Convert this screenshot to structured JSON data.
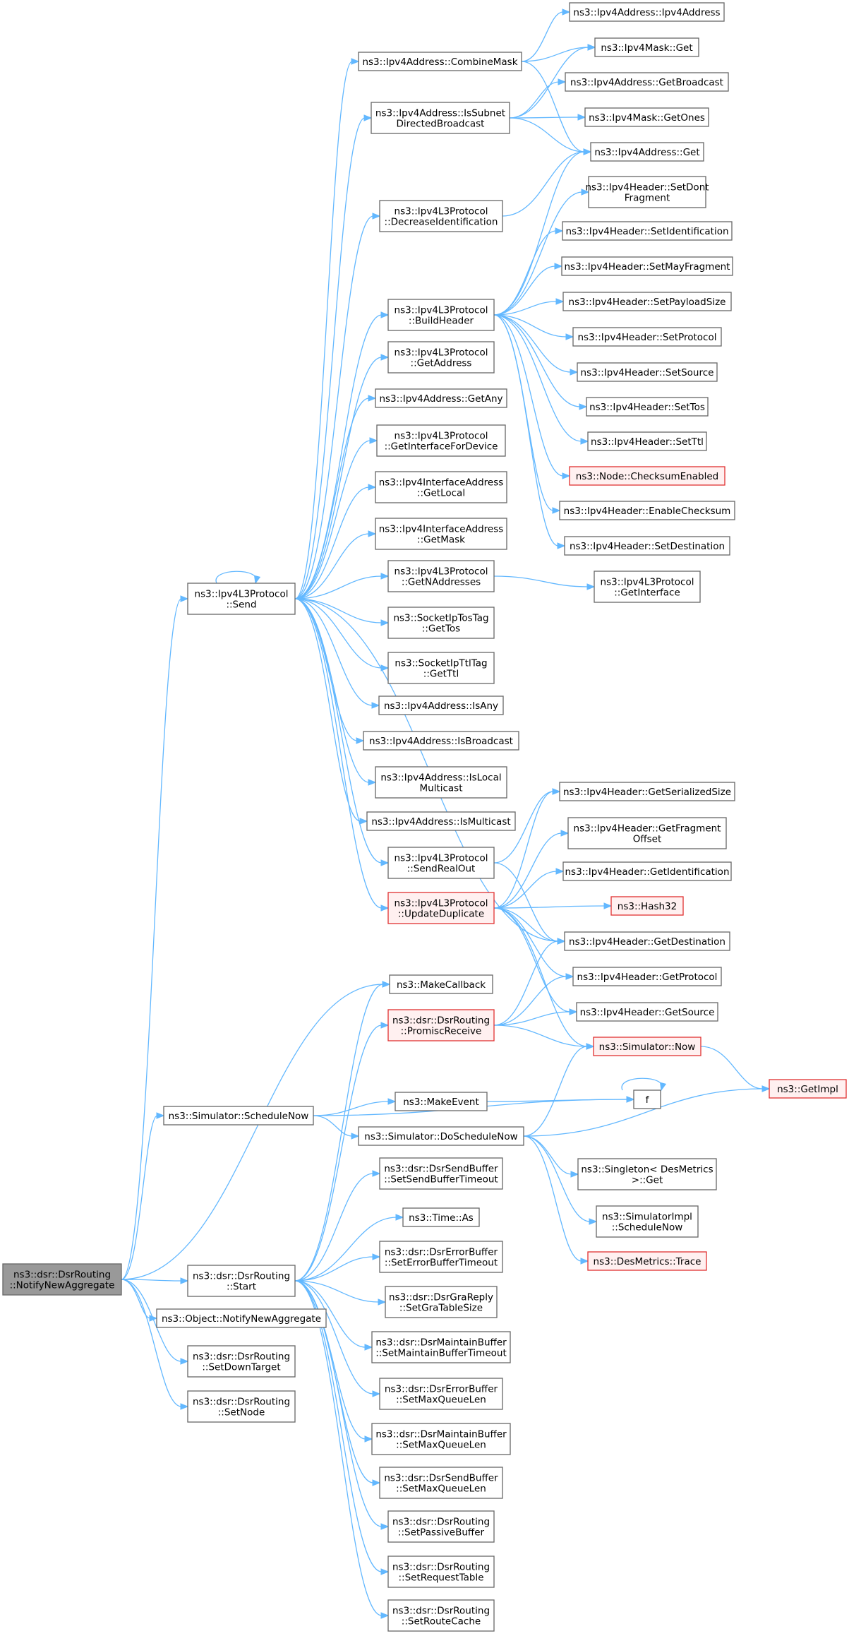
{
  "colors": {
    "edge": "#63b8ff",
    "node_border": "#666666",
    "red_border": "#e03131",
    "red_fill": "#fff0f0",
    "root_fill": "#999999"
  },
  "nodes": {
    "notify": {
      "lines": [
        "ns3::dsr::DsrRouting",
        "::NotifyNewAggregate"
      ],
      "style": "root"
    },
    "send": {
      "lines": [
        "ns3::Ipv4L3Protocol",
        "::Send"
      ],
      "style": "normal"
    },
    "combinemask": {
      "lines": [
        "ns3::Ipv4Address::CombineMask"
      ],
      "style": "normal"
    },
    "isSubnet": {
      "lines": [
        "ns3::Ipv4Address::IsSubnet",
        "DirectedBroadcast"
      ],
      "style": "normal"
    },
    "decreaseId": {
      "lines": [
        "ns3::Ipv4L3Protocol",
        "::DecreaseIdentification"
      ],
      "style": "normal"
    },
    "buildHeader": {
      "lines": [
        "ns3::Ipv4L3Protocol",
        "::BuildHeader"
      ],
      "style": "normal"
    },
    "getAddress": {
      "lines": [
        "ns3::Ipv4L3Protocol",
        "::GetAddress"
      ],
      "style": "normal"
    },
    "getAny": {
      "lines": [
        "ns3::Ipv4Address::GetAny"
      ],
      "style": "normal"
    },
    "getIfForDevice": {
      "lines": [
        "ns3::Ipv4L3Protocol",
        "::GetInterfaceForDevice"
      ],
      "style": "normal"
    },
    "getLocal": {
      "lines": [
        "ns3::Ipv4InterfaceAddress",
        "::GetLocal"
      ],
      "style": "normal"
    },
    "getMask": {
      "lines": [
        "ns3::Ipv4InterfaceAddress",
        "::GetMask"
      ],
      "style": "normal"
    },
    "getNAddr": {
      "lines": [
        "ns3::Ipv4L3Protocol",
        "::GetNAddresses"
      ],
      "style": "normal"
    },
    "getTos": {
      "lines": [
        "ns3::SocketIpTosTag",
        "::GetTos"
      ],
      "style": "normal"
    },
    "getTtl": {
      "lines": [
        "ns3::SocketIpTtlTag",
        "::GetTtl"
      ],
      "style": "normal"
    },
    "isAny": {
      "lines": [
        "ns3::Ipv4Address::IsAny"
      ],
      "style": "normal"
    },
    "isBroadcast": {
      "lines": [
        "ns3::Ipv4Address::IsBroadcast"
      ],
      "style": "normal"
    },
    "isLocalMc": {
      "lines": [
        "ns3::Ipv4Address::IsLocal",
        "Multicast"
      ],
      "style": "normal"
    },
    "isMulticast": {
      "lines": [
        "ns3::Ipv4Address::IsMulticast"
      ],
      "style": "normal"
    },
    "sendRealOut": {
      "lines": [
        "ns3::Ipv4L3Protocol",
        "::SendRealOut"
      ],
      "style": "normal"
    },
    "updateDup": {
      "lines": [
        "ns3::Ipv4L3Protocol",
        "::UpdateDuplicate"
      ],
      "style": "red"
    },
    "makeCallback": {
      "lines": [
        "ns3::MakeCallback"
      ],
      "style": "normal"
    },
    "promisc": {
      "lines": [
        "ns3::dsr::DsrRouting",
        "::PromiscReceive"
      ],
      "style": "red"
    },
    "scheduleNow": {
      "lines": [
        "ns3::Simulator::ScheduleNow"
      ],
      "style": "normal"
    },
    "makeEvent": {
      "lines": [
        "ns3::MakeEvent"
      ],
      "style": "normal"
    },
    "doScheduleNow": {
      "lines": [
        "ns3::Simulator::DoScheduleNow"
      ],
      "style": "normal"
    },
    "start": {
      "lines": [
        "ns3::dsr::DsrRouting",
        "::Start"
      ],
      "style": "normal"
    },
    "objNotify": {
      "lines": [
        "ns3::Object::NotifyNewAggregate"
      ],
      "style": "normal"
    },
    "setDownTarget": {
      "lines": [
        "ns3::dsr::DsrRouting",
        "::SetDownTarget"
      ],
      "style": "normal"
    },
    "setNode": {
      "lines": [
        "ns3::dsr::DsrRouting",
        "::SetNode"
      ],
      "style": "normal"
    },
    "ipv4AddrCtor": {
      "lines": [
        "ns3::Ipv4Address::Ipv4Address"
      ],
      "style": "normal"
    },
    "maskGet": {
      "lines": [
        "ns3::Ipv4Mask::Get"
      ],
      "style": "normal"
    },
    "getBroadcast": {
      "lines": [
        "ns3::Ipv4Address::GetBroadcast"
      ],
      "style": "normal"
    },
    "getOnes": {
      "lines": [
        "ns3::Ipv4Mask::GetOnes"
      ],
      "style": "normal"
    },
    "addrGet": {
      "lines": [
        "ns3::Ipv4Address::Get"
      ],
      "style": "normal"
    },
    "setDontFrag": {
      "lines": [
        "ns3::Ipv4Header::SetDont",
        "Fragment"
      ],
      "style": "normal"
    },
    "setIdent": {
      "lines": [
        "ns3::Ipv4Header::SetIdentification"
      ],
      "style": "normal"
    },
    "setMayFrag": {
      "lines": [
        "ns3::Ipv4Header::SetMayFragment"
      ],
      "style": "normal"
    },
    "setPayload": {
      "lines": [
        "ns3::Ipv4Header::SetPayloadSize"
      ],
      "style": "normal"
    },
    "setProtocol": {
      "lines": [
        "ns3::Ipv4Header::SetProtocol"
      ],
      "style": "normal"
    },
    "setSource": {
      "lines": [
        "ns3::Ipv4Header::SetSource"
      ],
      "style": "normal"
    },
    "setTos": {
      "lines": [
        "ns3::Ipv4Header::SetTos"
      ],
      "style": "normal"
    },
    "setTtl": {
      "lines": [
        "ns3::Ipv4Header::SetTtl"
      ],
      "style": "normal"
    },
    "checksumEn": {
      "lines": [
        "ns3::Node::ChecksumEnabled"
      ],
      "style": "red"
    },
    "enableChecksum": {
      "lines": [
        "ns3::Ipv4Header::EnableChecksum"
      ],
      "style": "normal"
    },
    "setDest": {
      "lines": [
        "ns3::Ipv4Header::SetDestination"
      ],
      "style": "normal"
    },
    "getInterface": {
      "lines": [
        "ns3::Ipv4L3Protocol",
        "::GetInterface"
      ],
      "style": "normal"
    },
    "getSerSize": {
      "lines": [
        "ns3::Ipv4Header::GetSerializedSize"
      ],
      "style": "normal"
    },
    "getFragOff": {
      "lines": [
        "ns3::Ipv4Header::GetFragment",
        "Offset"
      ],
      "style": "normal"
    },
    "getIdent": {
      "lines": [
        "ns3::Ipv4Header::GetIdentification"
      ],
      "style": "normal"
    },
    "hash32": {
      "lines": [
        "ns3::Hash32"
      ],
      "style": "red"
    },
    "getDest": {
      "lines": [
        "ns3::Ipv4Header::GetDestination"
      ],
      "style": "normal"
    },
    "getProtocol": {
      "lines": [
        "ns3::Ipv4Header::GetProtocol"
      ],
      "style": "normal"
    },
    "getSource": {
      "lines": [
        "ns3::Ipv4Header::GetSource"
      ],
      "style": "normal"
    },
    "simNow": {
      "lines": [
        "ns3::Simulator::Now"
      ],
      "style": "red"
    },
    "f": {
      "lines": [
        "f"
      ],
      "style": "normal"
    },
    "getImpl": {
      "lines": [
        "ns3::GetImpl"
      ],
      "style": "red"
    },
    "singletonGet": {
      "lines": [
        "ns3::Singleton< DesMetrics",
        ">::Get"
      ],
      "style": "normal"
    },
    "simImplSched": {
      "lines": [
        "ns3::SimulatorImpl",
        "::ScheduleNow"
      ],
      "style": "normal"
    },
    "desTrace": {
      "lines": [
        "ns3::DesMetrics::Trace"
      ],
      "style": "red"
    },
    "setSendBufTo": {
      "lines": [
        "ns3::dsr::DsrSendBuffer",
        "::SetSendBufferTimeout"
      ],
      "style": "normal"
    },
    "timeAs": {
      "lines": [
        "ns3::Time::As"
      ],
      "style": "normal"
    },
    "setErrBufTo": {
      "lines": [
        "ns3::dsr::DsrErrorBuffer",
        "::SetErrorBufferTimeout"
      ],
      "style": "normal"
    },
    "setGraTable": {
      "lines": [
        "ns3::dsr::DsrGraReply",
        "::SetGraTableSize"
      ],
      "style": "normal"
    },
    "setMaintTo": {
      "lines": [
        "ns3::dsr::DsrMaintainBuffer",
        "::SetMaintainBufferTimeout"
      ],
      "style": "normal"
    },
    "errMaxQ": {
      "lines": [
        "ns3::dsr::DsrErrorBuffer",
        "::SetMaxQueueLen"
      ],
      "style": "normal"
    },
    "maintMaxQ": {
      "lines": [
        "ns3::dsr::DsrMaintainBuffer",
        "::SetMaxQueueLen"
      ],
      "style": "normal"
    },
    "sendMaxQ": {
      "lines": [
        "ns3::dsr::DsrSendBuffer",
        "::SetMaxQueueLen"
      ],
      "style": "normal"
    },
    "setPassive": {
      "lines": [
        "ns3::dsr::DsrRouting",
        "::SetPassiveBuffer"
      ],
      "style": "normal"
    },
    "setReqTable": {
      "lines": [
        "ns3::dsr::DsrRouting",
        "::SetRequestTable"
      ],
      "style": "normal"
    },
    "setRouteCache": {
      "lines": [
        "ns3::dsr::DsrRouting",
        "::SetRouteCache"
      ],
      "style": "normal"
    }
  },
  "edges": [
    [
      "notify",
      "send"
    ],
    [
      "notify",
      "makeCallback"
    ],
    [
      "notify",
      "scheduleNow"
    ],
    [
      "notify",
      "start"
    ],
    [
      "notify",
      "objNotify"
    ],
    [
      "notify",
      "setDownTarget"
    ],
    [
      "notify",
      "setNode"
    ],
    [
      "send",
      "send"
    ],
    [
      "send",
      "combinemask"
    ],
    [
      "send",
      "isSubnet"
    ],
    [
      "send",
      "decreaseId"
    ],
    [
      "send",
      "buildHeader"
    ],
    [
      "send",
      "getAddress"
    ],
    [
      "send",
      "getAny"
    ],
    [
      "send",
      "getIfForDevice"
    ],
    [
      "send",
      "getLocal"
    ],
    [
      "send",
      "getMask"
    ],
    [
      "send",
      "getNAddr"
    ],
    [
      "send",
      "getTos"
    ],
    [
      "send",
      "getTtl"
    ],
    [
      "send",
      "isAny"
    ],
    [
      "send",
      "isBroadcast"
    ],
    [
      "send",
      "isLocalMc"
    ],
    [
      "send",
      "isMulticast"
    ],
    [
      "send",
      "sendRealOut"
    ],
    [
      "send",
      "updateDup"
    ],
    [
      "send",
      "getDest"
    ],
    [
      "combinemask",
      "ipv4AddrCtor"
    ],
    [
      "combinemask",
      "maskGet"
    ],
    [
      "combinemask",
      "addrGet"
    ],
    [
      "isSubnet",
      "maskGet"
    ],
    [
      "isSubnet",
      "getBroadcast"
    ],
    [
      "isSubnet",
      "getOnes"
    ],
    [
      "isSubnet",
      "addrGet"
    ],
    [
      "decreaseId",
      "addrGet"
    ],
    [
      "buildHeader",
      "addrGet"
    ],
    [
      "buildHeader",
      "setDontFrag"
    ],
    [
      "buildHeader",
      "setIdent"
    ],
    [
      "buildHeader",
      "setMayFrag"
    ],
    [
      "buildHeader",
      "setPayload"
    ],
    [
      "buildHeader",
      "setProtocol"
    ],
    [
      "buildHeader",
      "setSource"
    ],
    [
      "buildHeader",
      "setTos"
    ],
    [
      "buildHeader",
      "setTtl"
    ],
    [
      "buildHeader",
      "checksumEn"
    ],
    [
      "buildHeader",
      "enableChecksum"
    ],
    [
      "buildHeader",
      "setDest"
    ],
    [
      "getNAddr",
      "getInterface"
    ],
    [
      "sendRealOut",
      "getSerSize"
    ],
    [
      "sendRealOut",
      "getDest"
    ],
    [
      "updateDup",
      "getSerSize"
    ],
    [
      "updateDup",
      "getFragOff"
    ],
    [
      "updateDup",
      "getIdent"
    ],
    [
      "updateDup",
      "hash32"
    ],
    [
      "updateDup",
      "getDest"
    ],
    [
      "updateDup",
      "getProtocol"
    ],
    [
      "updateDup",
      "getSource"
    ],
    [
      "updateDup",
      "simNow"
    ],
    [
      "promisc",
      "getDest"
    ],
    [
      "promisc",
      "getProtocol"
    ],
    [
      "promisc",
      "getSource"
    ],
    [
      "promisc",
      "simNow"
    ],
    [
      "scheduleNow",
      "makeEvent"
    ],
    [
      "scheduleNow",
      "doScheduleNow"
    ],
    [
      "scheduleNow",
      "f"
    ],
    [
      "makeEvent",
      "f"
    ],
    [
      "f",
      "f"
    ],
    [
      "doScheduleNow",
      "simNow"
    ],
    [
      "doScheduleNow",
      "getImpl"
    ],
    [
      "doScheduleNow",
      "singletonGet"
    ],
    [
      "doScheduleNow",
      "simImplSched"
    ],
    [
      "doScheduleNow",
      "desTrace"
    ],
    [
      "simNow",
      "getImpl"
    ],
    [
      "start",
      "makeCallback"
    ],
    [
      "start",
      "promisc"
    ],
    [
      "start",
      "setSendBufTo"
    ],
    [
      "start",
      "timeAs"
    ],
    [
      "start",
      "setErrBufTo"
    ],
    [
      "start",
      "setGraTable"
    ],
    [
      "start",
      "setMaintTo"
    ],
    [
      "start",
      "errMaxQ"
    ],
    [
      "start",
      "maintMaxQ"
    ],
    [
      "start",
      "sendMaxQ"
    ],
    [
      "start",
      "setPassive"
    ],
    [
      "start",
      "setReqTable"
    ],
    [
      "start",
      "setRouteCache"
    ]
  ]
}
